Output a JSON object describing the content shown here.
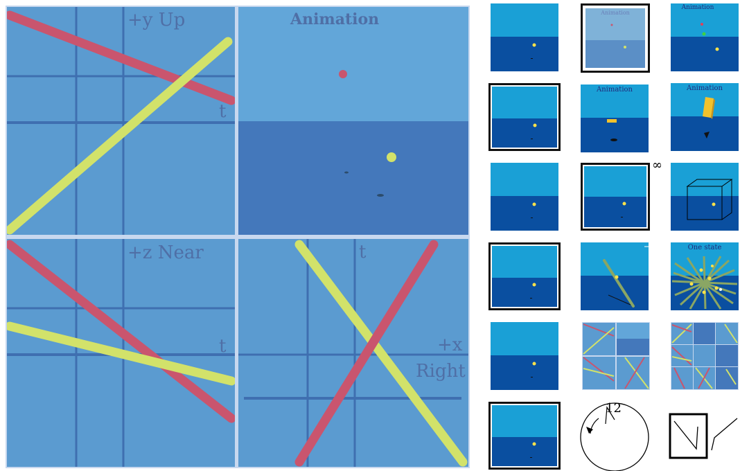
{
  "panels": {
    "y_up_label": "+y Up",
    "t_label": "t",
    "animation_label": "Animation",
    "z_near_label": "+z Near",
    "x_plus": "+x",
    "x_right": "Right"
  },
  "thumbs": {
    "animation_label": "Animation",
    "one_state_label": "One state",
    "infinity_symbol": "∞",
    "clock_number": "12"
  },
  "colors": {
    "red_line": "#c9556e",
    "yellow_line": "#d2e26a",
    "panel_bg": "#5b9bd0",
    "sky": "#1aa0d6",
    "sea": "#0a4fa0"
  }
}
